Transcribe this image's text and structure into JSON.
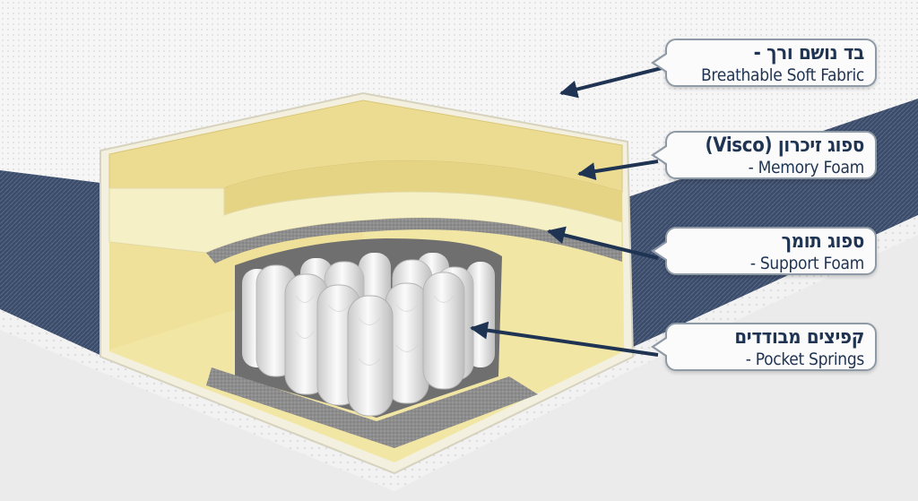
{
  "callouts": [
    {
      "id": "fabric",
      "hebrew": "בד נושם ורך -",
      "english": "Breathable Soft Fabric"
    },
    {
      "id": "memory",
      "hebrew": "ספוג זיכרון (Visco)",
      "english": "- Memory Foam"
    },
    {
      "id": "support",
      "hebrew": "ספוג תומך",
      "english": "- Support Foam"
    },
    {
      "id": "springs",
      "hebrew": "קפיצים מבודדים",
      "english": "- Pocket Springs"
    }
  ],
  "colors": {
    "background": "#ececec",
    "fabric_top": "#f7f7f7",
    "side_band": "#3c4c68",
    "foam_yellow": "#f0e4a0",
    "memory_foam": "#e9d98e",
    "support_foam": "#f5efc2",
    "felt_gray": "#8b8b8b",
    "spring_white": "#f1f1f1",
    "label_text": "#1f3352",
    "arrow": "#1f3352"
  }
}
